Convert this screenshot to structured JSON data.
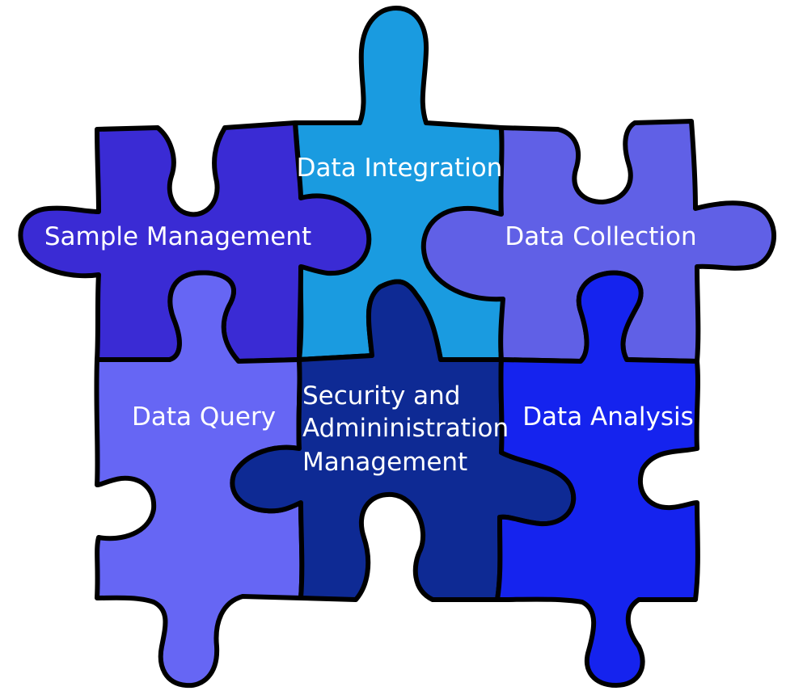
{
  "diagram": {
    "type": "jigsaw-puzzle",
    "pieces": [
      {
        "id": "sample-management",
        "lines": [
          "Sample Management"
        ],
        "color": "#3A2BD4"
      },
      {
        "id": "data-integration",
        "lines": [
          "Data Integration"
        ],
        "color": "#1A9BE0"
      },
      {
        "id": "data-collection",
        "lines": [
          "Data Collection"
        ],
        "color": "#6060E6"
      },
      {
        "id": "data-query",
        "lines": [
          "Data Query"
        ],
        "color": "#6666F4"
      },
      {
        "id": "security-admin",
        "lines": [
          "Security and",
          "Admininistration",
          "Management"
        ],
        "color": "#0E2A94"
      },
      {
        "id": "data-analysis",
        "lines": [
          "Data Analysis"
        ],
        "color": "#1523EE"
      }
    ]
  }
}
